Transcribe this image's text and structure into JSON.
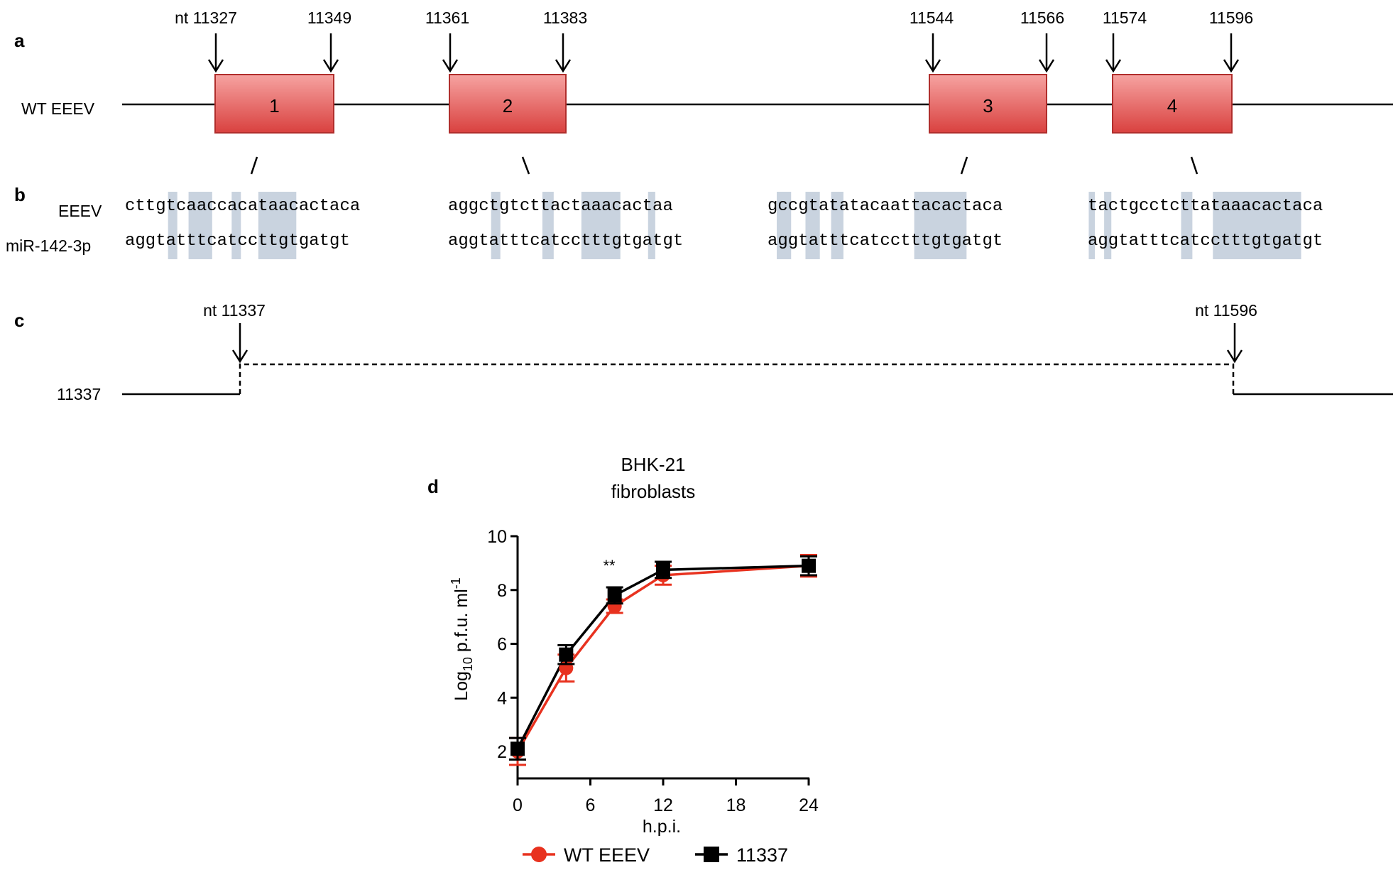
{
  "panel_labels": {
    "a": "a",
    "b": "b",
    "c": "c",
    "d": "d"
  },
  "panel_a": {
    "row_label": "WT EEEV",
    "boxes": [
      {
        "label": "1",
        "start": "nt 11327",
        "end": "11349"
      },
      {
        "label": "2",
        "start": "11361",
        "end": "11383"
      },
      {
        "label": "3",
        "start": "11544",
        "end": "11566"
      },
      {
        "label": "4",
        "start": "11574",
        "end": "11596"
      }
    ],
    "box_color": "#e8605f"
  },
  "panel_b": {
    "row_labels": [
      "EEEV",
      "miR-142-3p"
    ],
    "alignments": [
      {
        "top": "cttgtcaaccacataacactaca",
        "bottom": "aggtatttcatccttgtgatgt",
        "top_hl": [
          [
            13.0,
            16.7
          ],
          [
            4.2,
            5.1
          ],
          [
            10.4,
            11.3
          ],
          [
            6.2,
            8.5
          ]
        ],
        "bot_hl": [
          [
            13.0,
            16.7
          ],
          [
            4.2,
            5.1
          ],
          [
            10.4,
            11.3
          ],
          [
            6.2,
            8.5
          ]
        ]
      },
      {
        "top": "aggctgtcttactaaacactaa",
        "bottom": "aggtatttcatcctttgtgatgt",
        "top_hl": [
          [
            4.2,
            5.1
          ],
          [
            9.2,
            10.3
          ],
          [
            13.0,
            16.8
          ],
          [
            19.5,
            20.2
          ]
        ],
        "bot_hl": [
          [
            4.2,
            5.1
          ],
          [
            9.2,
            10.3
          ],
          [
            13.0,
            16.8
          ],
          [
            19.5,
            20.2
          ]
        ]
      },
      {
        "top": "gccgtatatacaattacactaca",
        "bottom": "aggtatttcatcctttgtgatgt",
        "top_hl": [
          [
            0.9,
            2.3
          ],
          [
            3.7,
            5.1
          ],
          [
            6.2,
            7.4
          ],
          [
            14.3,
            19.4
          ]
        ],
        "bot_hl": [
          [
            0.9,
            2.3
          ],
          [
            3.7,
            5.1
          ],
          [
            6.2,
            7.4
          ],
          [
            14.3,
            19.4
          ]
        ]
      },
      {
        "top": "tactgcctcttataaacactaca",
        "bottom": "aggtatttcatcctttgtgatgt",
        "top_hl": [
          [
            0.1,
            0.7
          ],
          [
            1.6,
            2.3
          ],
          [
            9.1,
            10.2
          ],
          [
            12.2,
            20.8
          ]
        ],
        "bot_hl": [
          [
            0.1,
            0.7
          ],
          [
            1.6,
            2.3
          ],
          [
            9.1,
            10.2
          ],
          [
            12.2,
            20.8
          ]
        ]
      }
    ],
    "highlight_color": "#c9d3df"
  },
  "panel_c": {
    "row_label": "11337",
    "deletion_start": "nt 11337",
    "deletion_end": "nt 11596"
  },
  "panel_d": {
    "chart_data": {
      "type": "line",
      "title": "BHK-21\nfibroblasts",
      "title_lines": [
        "BHK-21",
        "fibroblasts"
      ],
      "xlabel": "h.p.i.",
      "ylabel_main": "Log",
      "ylabel_sub": "10",
      "ylabel_rest": " p.f.u. ml",
      "ylabel_sup": "-1",
      "xlim": [
        0,
        24
      ],
      "ylim": [
        1,
        10
      ],
      "xticks": [
        0,
        6,
        12,
        18,
        24
      ],
      "yticks": [
        2,
        4,
        6,
        8,
        10
      ],
      "annotation": {
        "text": "**",
        "x": 8
      },
      "series": [
        {
          "name": "WT EEEV",
          "color": "#e8321f",
          "marker": "circle",
          "x": [
            0,
            4,
            8,
            12,
            24
          ],
          "y": [
            2.0,
            5.1,
            7.4,
            8.55,
            8.9
          ],
          "err": [
            0.5,
            0.5,
            0.25,
            0.35,
            0.4
          ]
        },
        {
          "name": "11337",
          "color": "#000000",
          "marker": "square",
          "x": [
            0,
            4,
            8,
            12,
            24
          ],
          "y": [
            2.1,
            5.6,
            7.8,
            8.75,
            8.9
          ],
          "err": [
            0.4,
            0.35,
            0.3,
            0.3,
            0.35
          ]
        }
      ],
      "legend_position": "bottom"
    }
  }
}
